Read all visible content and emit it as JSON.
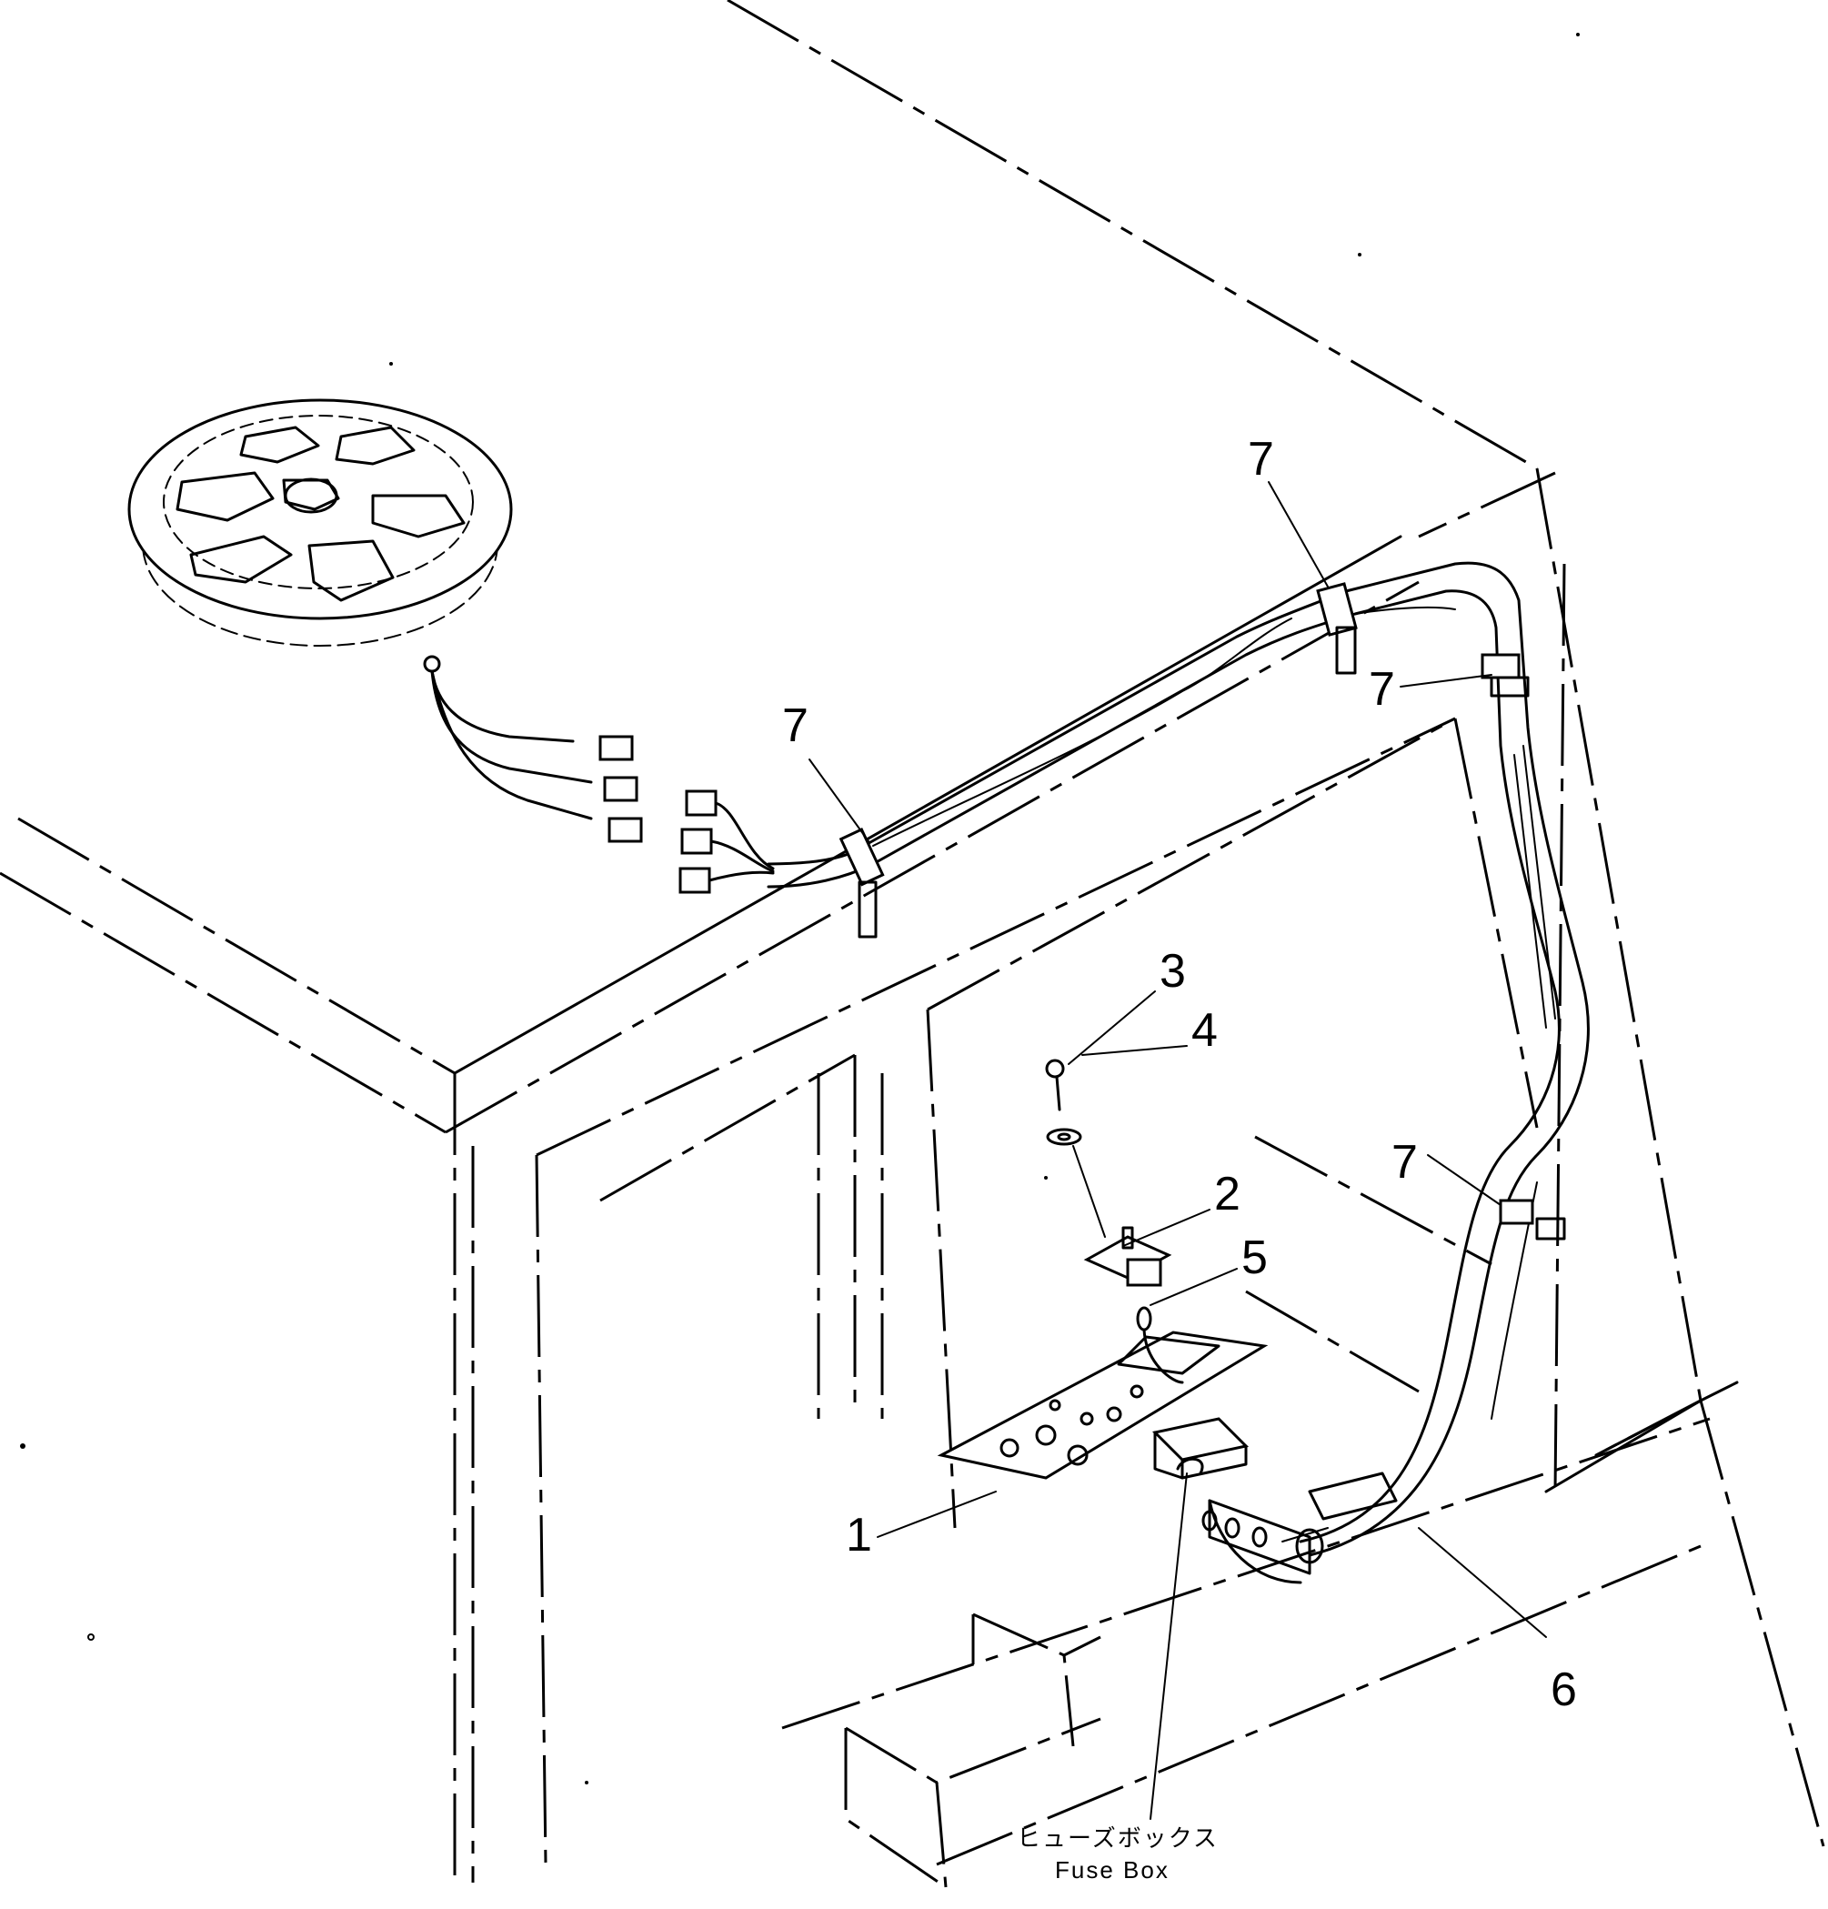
{
  "callouts": {
    "c1": "1",
    "c2": "2",
    "c3": "3",
    "c4": "4",
    "c5": "5",
    "c6": "6",
    "c7a": "7",
    "c7b": "7",
    "c7c": "7",
    "c7d": "7"
  },
  "fuse_box": {
    "label_jp": "ヒューズボックス",
    "label_en": "Fuse Box"
  }
}
